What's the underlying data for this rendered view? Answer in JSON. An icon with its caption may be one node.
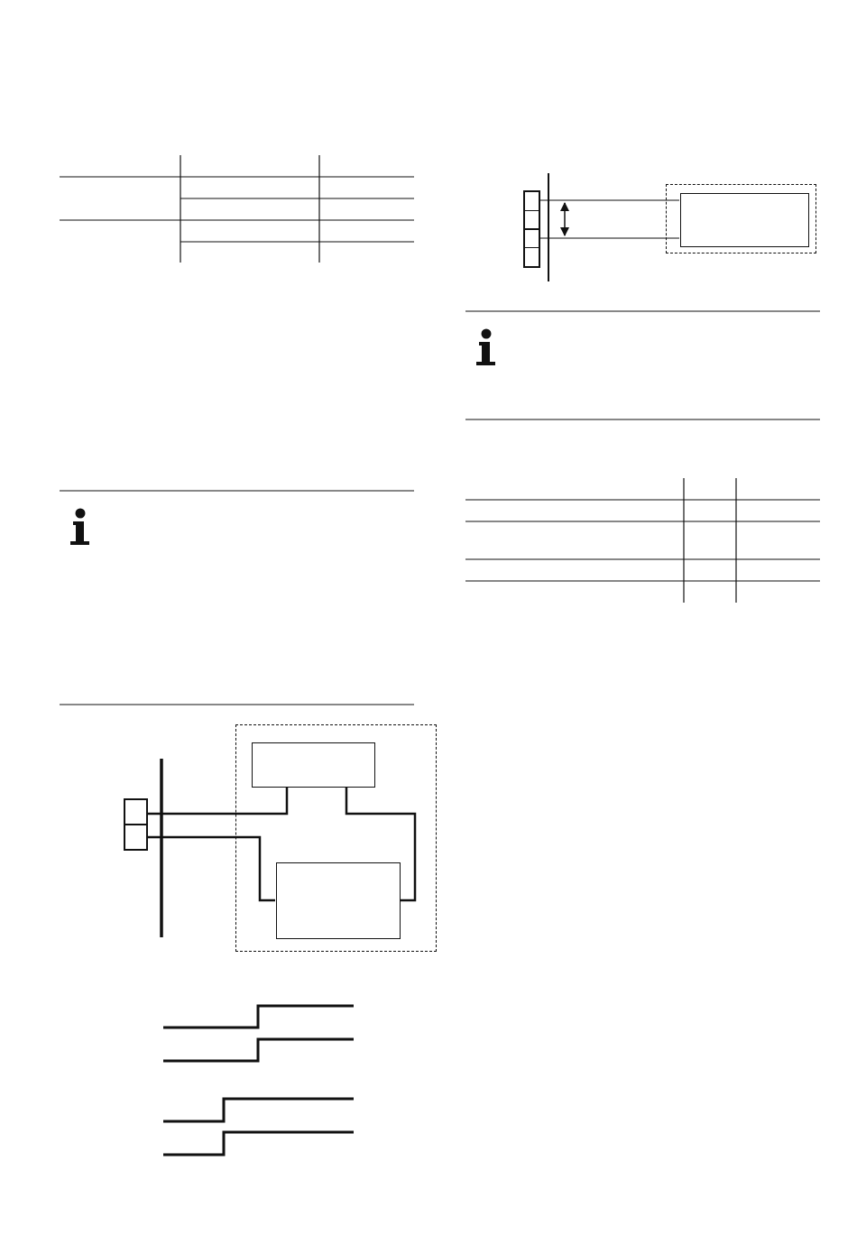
{
  "diagram": {
    "nodes": [
      {
        "text": [],
        "shape": "box"
      },
      {
        "text": [],
        "shape": "box",
        "in": 0
      },
      {
        "text": [],
        "shape": "box"
      },
      {
        "text": [],
        "shape": "box"
      },
      {
        "text": [],
        "shape": "box",
        "in": 3
      },
      {
        "text": [],
        "shape": "box",
        "in": 3
      },
      {
        "text": [],
        "shape": "box"
      }
    ],
    "edges": [
      {
        "from": 2,
        "to": 1,
        "arrow": "none"
      },
      {
        "from": 2,
        "to": 1,
        "arrow": "none"
      },
      {
        "from": 6,
        "to": 4,
        "arrow": "none"
      },
      {
        "from": 6,
        "to": 5,
        "arrow": "none"
      },
      {
        "from": 4,
        "to": 5,
        "arrow": "none"
      }
    ]
  }
}
